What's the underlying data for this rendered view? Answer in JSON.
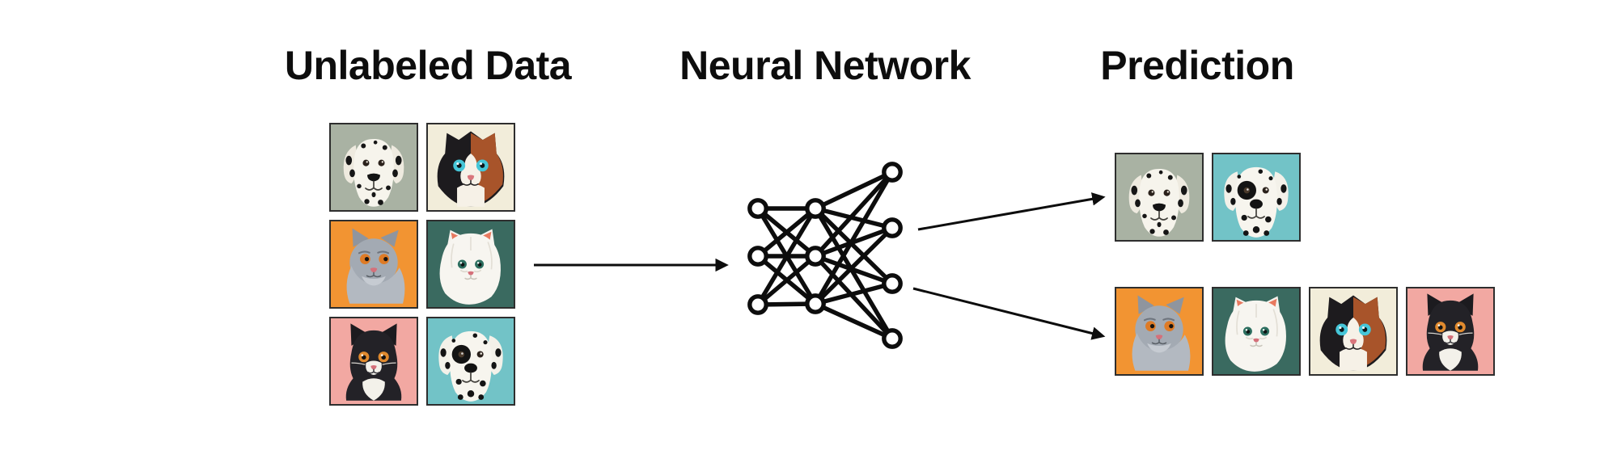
{
  "headings": {
    "unlabeled": "Unlabeled Data",
    "network": "Neural Network",
    "prediction": "Prediction"
  },
  "palette": {
    "ink": "#0d0d0d",
    "sage_bg": "#a9b2a3",
    "cream_bg": "#f2edda",
    "orange_bg": "#f29432",
    "deep_teal_bg": "#3a6a60",
    "salmon_bg": "#f2a8a2",
    "teal_bg": "#72c3c7"
  },
  "unlabeled": {
    "tiles": [
      "dalmatian-sage",
      "calico-cat",
      "gray-cat",
      "persian-cat",
      "tuxedo-cat",
      "dalmatian-teal"
    ]
  },
  "network": {
    "layers": [
      3,
      3,
      4
    ]
  },
  "prediction": {
    "groups": [
      {
        "name": "dog-cluster",
        "tiles": [
          "dalmatian-sage",
          "dalmatian-teal"
        ]
      },
      {
        "name": "cat-cluster",
        "tiles": [
          "gray-cat",
          "persian-cat",
          "calico-cat",
          "tuxedo-cat"
        ]
      }
    ]
  },
  "arrows": [
    "unlabeled-data-to-network",
    "network-to-dog-cluster",
    "network-to-cat-cluster"
  ]
}
